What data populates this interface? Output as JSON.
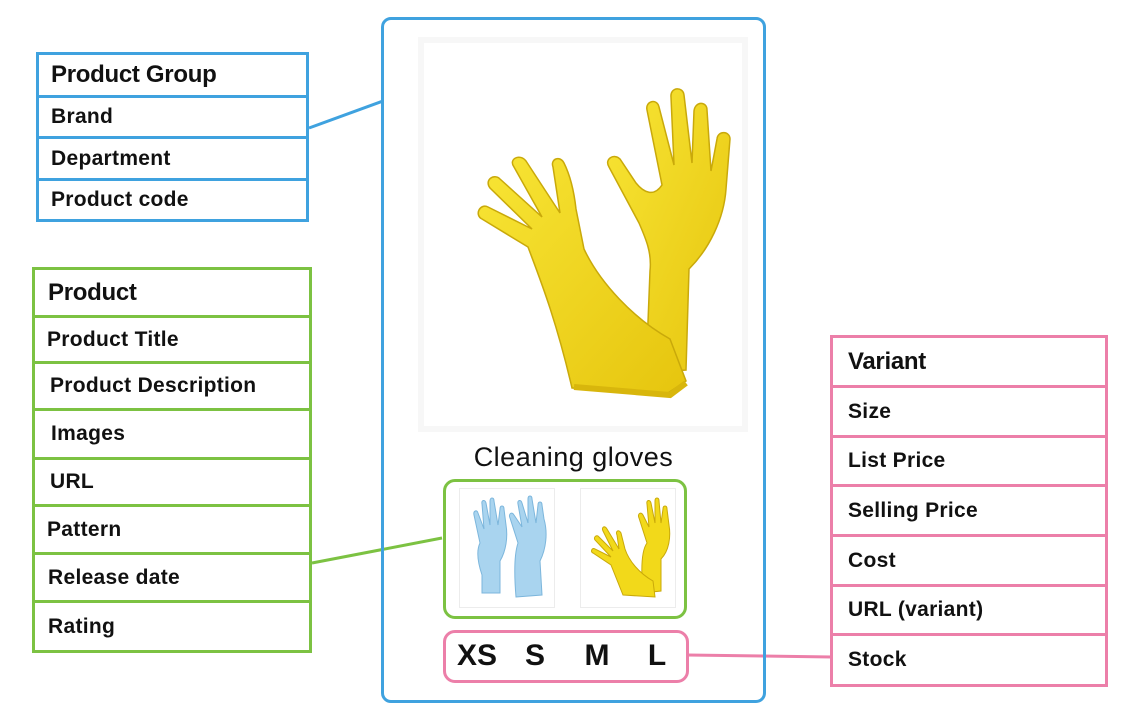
{
  "product_group": {
    "header": "Product Group",
    "fields": [
      "Brand",
      "Department",
      "Product code"
    ]
  },
  "product": {
    "header": "Product",
    "fields": [
      "Product Title",
      "Product Description",
      "Images",
      "URL",
      "Pattern",
      "Release date",
      "Rating"
    ]
  },
  "variant": {
    "header": "Variant",
    "fields": [
      "Size",
      "List Price",
      "Selling Price",
      "Cost",
      "URL (variant)",
      "Stock"
    ]
  },
  "card": {
    "product_name": "Cleaning gloves",
    "thumbnails": [
      "blue-gloves",
      "yellow-gloves"
    ],
    "sizes": [
      "XS",
      "S",
      "M",
      "L"
    ]
  },
  "colors": {
    "product_group": "#3fa2df",
    "product": "#7cc242",
    "variant": "#ec7fa9",
    "glove_yellow": "#f2d91a",
    "glove_blue": "#a9d4ef"
  }
}
